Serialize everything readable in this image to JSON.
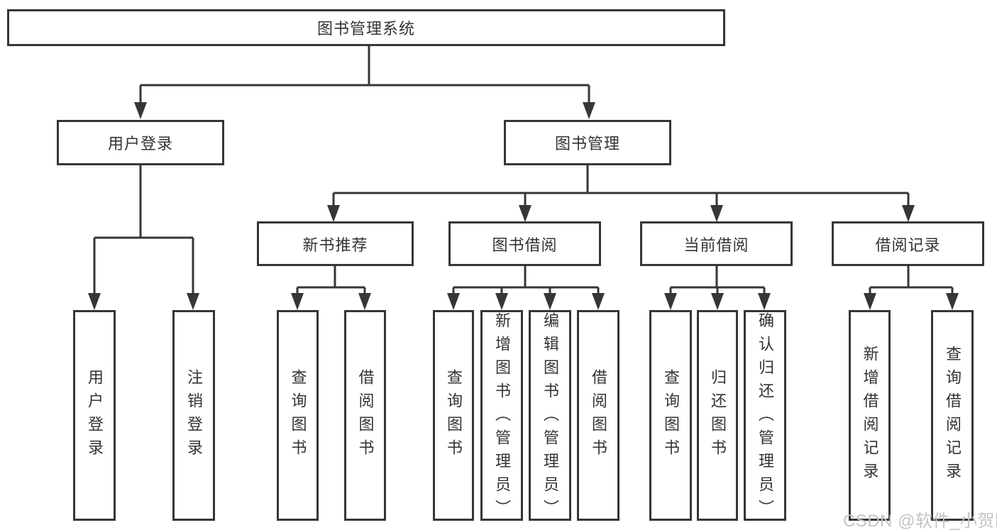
{
  "diagram": {
    "root": {
      "label": "图书管理系统",
      "children": [
        {
          "label": "用户登录",
          "children": [
            {
              "label": "用户登录"
            },
            {
              "label": "注销登录"
            }
          ]
        },
        {
          "label": "图书管理",
          "children": [
            {
              "label": "新书推荐",
              "children": [
                {
                  "label": "查询图书"
                },
                {
                  "label": "借阅图书"
                }
              ]
            },
            {
              "label": "图书借阅",
              "children": [
                {
                  "label": "查询图书"
                },
                {
                  "label": "新增图书（管理员）"
                },
                {
                  "label": "编辑图书（管理员）"
                },
                {
                  "label": "借阅图书"
                }
              ]
            },
            {
              "label": "当前借阅",
              "children": [
                {
                  "label": "查询图书"
                },
                {
                  "label": "归还图书"
                },
                {
                  "label": "确认归还（管理员）"
                }
              ]
            },
            {
              "label": "借阅记录",
              "children": [
                {
                  "label": "新增借阅记录"
                },
                {
                  "label": "查询借阅记录"
                }
              ]
            }
          ]
        }
      ]
    },
    "colors": {
      "line": "#363636",
      "text": "#333333",
      "background": "#ffffff",
      "watermark": "#c4c4c4"
    }
  },
  "watermark": {
    "text": "CSDN @软件_小贺同学"
  }
}
